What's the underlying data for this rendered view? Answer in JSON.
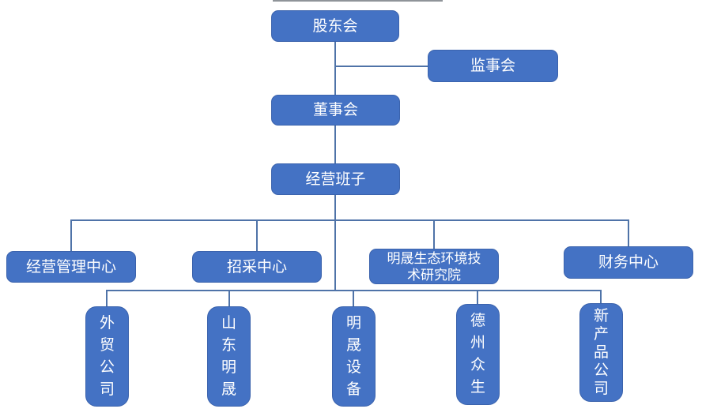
{
  "diagram": {
    "type": "org-chart",
    "colors": {
      "node_fill": "#4472C4",
      "node_border": "#3B63AD",
      "connector": "#4F73A8",
      "node_text": "#FFFFFF",
      "background": "#FFFFFF"
    },
    "nodes": {
      "shareholders": {
        "label": "股东会"
      },
      "supervisory": {
        "label": "监事会"
      },
      "board": {
        "label": "董事会"
      },
      "management_team": {
        "label": "经营班子"
      },
      "centers": [
        {
          "label": "经营管理中心"
        },
        {
          "label": "招采中心"
        },
        {
          "label": "明晟生态环境技术研究院"
        },
        {
          "label": "财务中心"
        }
      ],
      "subsidiaries": [
        {
          "label": "外贸公司"
        },
        {
          "label": "山东明晟"
        },
        {
          "label": "明晟设备"
        },
        {
          "label": "德州众生"
        },
        {
          "label": "新产品公司"
        }
      ]
    },
    "hierarchy": {
      "root": "股东会",
      "edges": [
        [
          "股东会",
          "监事会"
        ],
        [
          "股东会",
          "董事会"
        ],
        [
          "董事会",
          "经营班子"
        ],
        [
          "经营班子",
          "经营管理中心"
        ],
        [
          "经营班子",
          "招采中心"
        ],
        [
          "经营班子",
          "明晟生态环境技术研究院"
        ],
        [
          "经营班子",
          "财务中心"
        ],
        [
          "经营班子",
          "外贸公司"
        ],
        [
          "经营班子",
          "山东明晟"
        ],
        [
          "经营班子",
          "明晟设备"
        ],
        [
          "经营班子",
          "德州众生"
        ],
        [
          "经营班子",
          "新产品公司"
        ]
      ]
    }
  }
}
